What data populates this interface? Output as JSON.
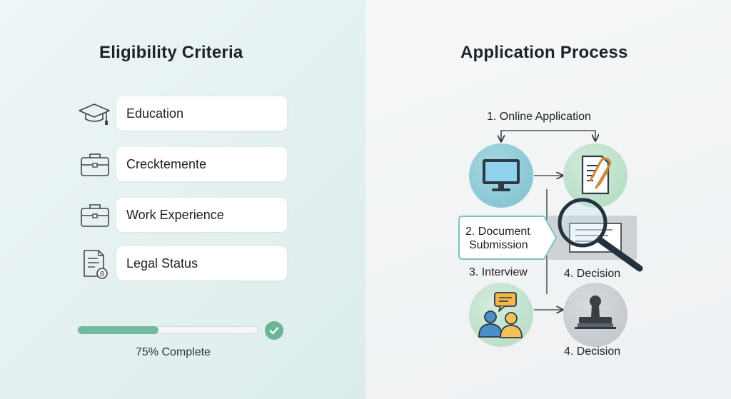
{
  "left_panel": {
    "title": "Eligibility Criteria",
    "criteria": [
      {
        "label": "Education",
        "icon": "graduation-cap-icon"
      },
      {
        "label": "Crecktemente",
        "icon": "briefcase-icon"
      },
      {
        "label": "Work Experience",
        "icon": "briefcase-icon"
      },
      {
        "label": "Legal Status",
        "icon": "document-badge-icon"
      }
    ],
    "progress": {
      "value_percent": 75,
      "label": "75% Complete",
      "color": "#72b99d"
    }
  },
  "right_panel": {
    "title": "Application Process",
    "steps": {
      "online_application": "1. Online Application",
      "document_submission": "2. Document\nSubmission",
      "document_submission_line1": "2. Document",
      "document_submission_line2": "Submission",
      "interview": "3. Interview",
      "decision_upper": "4. Decision",
      "decision_lower": "4. Decision"
    },
    "icons": [
      "computer-monitor-icon",
      "document-paperclip-icon",
      "magnifier-document-icon",
      "interview-people-icon",
      "rubber-stamp-icon"
    ],
    "colors": {
      "blue_circle": "#8cc8d8",
      "green_circle": "#bfe2cd",
      "gray_circle": "#c9cdd0",
      "teal_accent": "#6fb8ba"
    }
  }
}
